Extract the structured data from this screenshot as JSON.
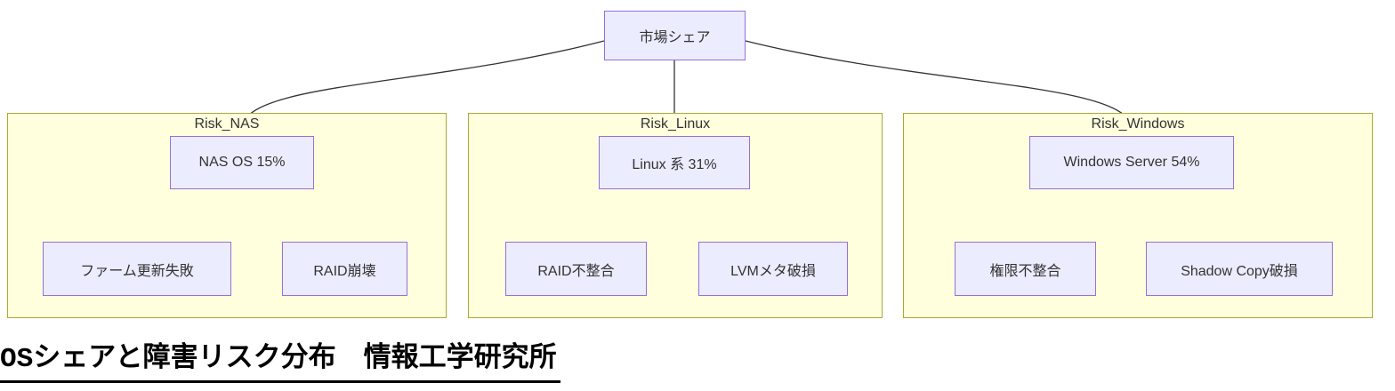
{
  "diagram": {
    "root": {
      "label": "市場シェア"
    },
    "groups": [
      {
        "name": "Risk_NAS",
        "parent": "NAS OS 15%",
        "children": [
          "ファーム更新失敗",
          "RAID崩壊"
        ]
      },
      {
        "name": "Risk_Linux",
        "parent": "Linux 系 31%",
        "children": [
          "RAID不整合",
          "LVMメタ破損"
        ]
      },
      {
        "name": "Risk_Windows",
        "parent": "Windows Server 54%",
        "children": [
          "権限不整合",
          "Shadow Copy破損"
        ]
      }
    ],
    "title": "OSシェアと障害リスク分布　情報工学研究所"
  },
  "colors": {
    "node_fill": "#ececff",
    "node_border": "#9370db",
    "cluster_fill": "#ffffde",
    "cluster_border": "#aaaa33",
    "edge": "#333333",
    "text": "#333333",
    "title_text": "#000000"
  }
}
